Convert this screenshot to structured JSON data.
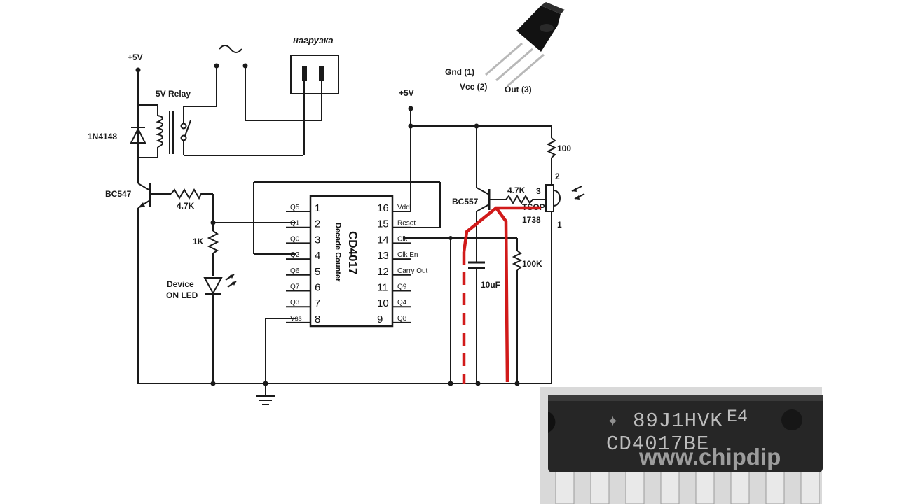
{
  "labels": {
    "supply_left": "+5V",
    "supply_mid": "+5V",
    "ac_symbol": "~",
    "load": "нагрузка",
    "relay": "5V Relay",
    "diode": "1N4148",
    "transistor_left": "BC547",
    "resistor_base": "4.7K",
    "resistor_led": "1K",
    "led_line1": "Device",
    "led_line2": "ON LED",
    "transistor_right": "BC557",
    "resistor_right": "4.7K",
    "resistor_top": "100",
    "resistor_100k": "100K",
    "capacitor": "10uF",
    "tsop_line1": "TSOP",
    "tsop_line2": "1738",
    "tsop_pin1": "1",
    "tsop_pin2": "2",
    "tsop_pin3": "3"
  },
  "ic": {
    "name": "CD4017",
    "subtitle": "Decade Counter",
    "left_pins": [
      {
        "num": "1",
        "name": "Q5"
      },
      {
        "num": "2",
        "name": "Q1"
      },
      {
        "num": "3",
        "name": "Q0"
      },
      {
        "num": "4",
        "name": "Q2"
      },
      {
        "num": "5",
        "name": "Q6"
      },
      {
        "num": "6",
        "name": "Q7"
      },
      {
        "num": "7",
        "name": "Q3"
      },
      {
        "num": "8",
        "name": "Vss"
      }
    ],
    "right_pins": [
      {
        "num": "16",
        "name": "Vdd"
      },
      {
        "num": "15",
        "name": "Reset"
      },
      {
        "num": "14",
        "name": "Clk"
      },
      {
        "num": "13",
        "name": "Clk En"
      },
      {
        "num": "12",
        "name": "Carry Out"
      },
      {
        "num": "11",
        "name": "Q9"
      },
      {
        "num": "10",
        "name": "Q4"
      },
      {
        "num": "9",
        "name": "Q8"
      }
    ]
  },
  "sensor_pinout": {
    "gnd": "Gnd (1)",
    "vcc": "Vcc (2)",
    "out": "Out (3)"
  },
  "chip_photo": {
    "marking_line1": "89J1HVK",
    "marking_suffix": "E4",
    "marking_line2": "CD4017BE",
    "watermark": "www.chipdip"
  },
  "colors": {
    "wire": "#1a1a1a",
    "red_trace": "#d11a1a",
    "chip_body": "#2b2b2b",
    "chip_marking": "#c9c9c9"
  }
}
